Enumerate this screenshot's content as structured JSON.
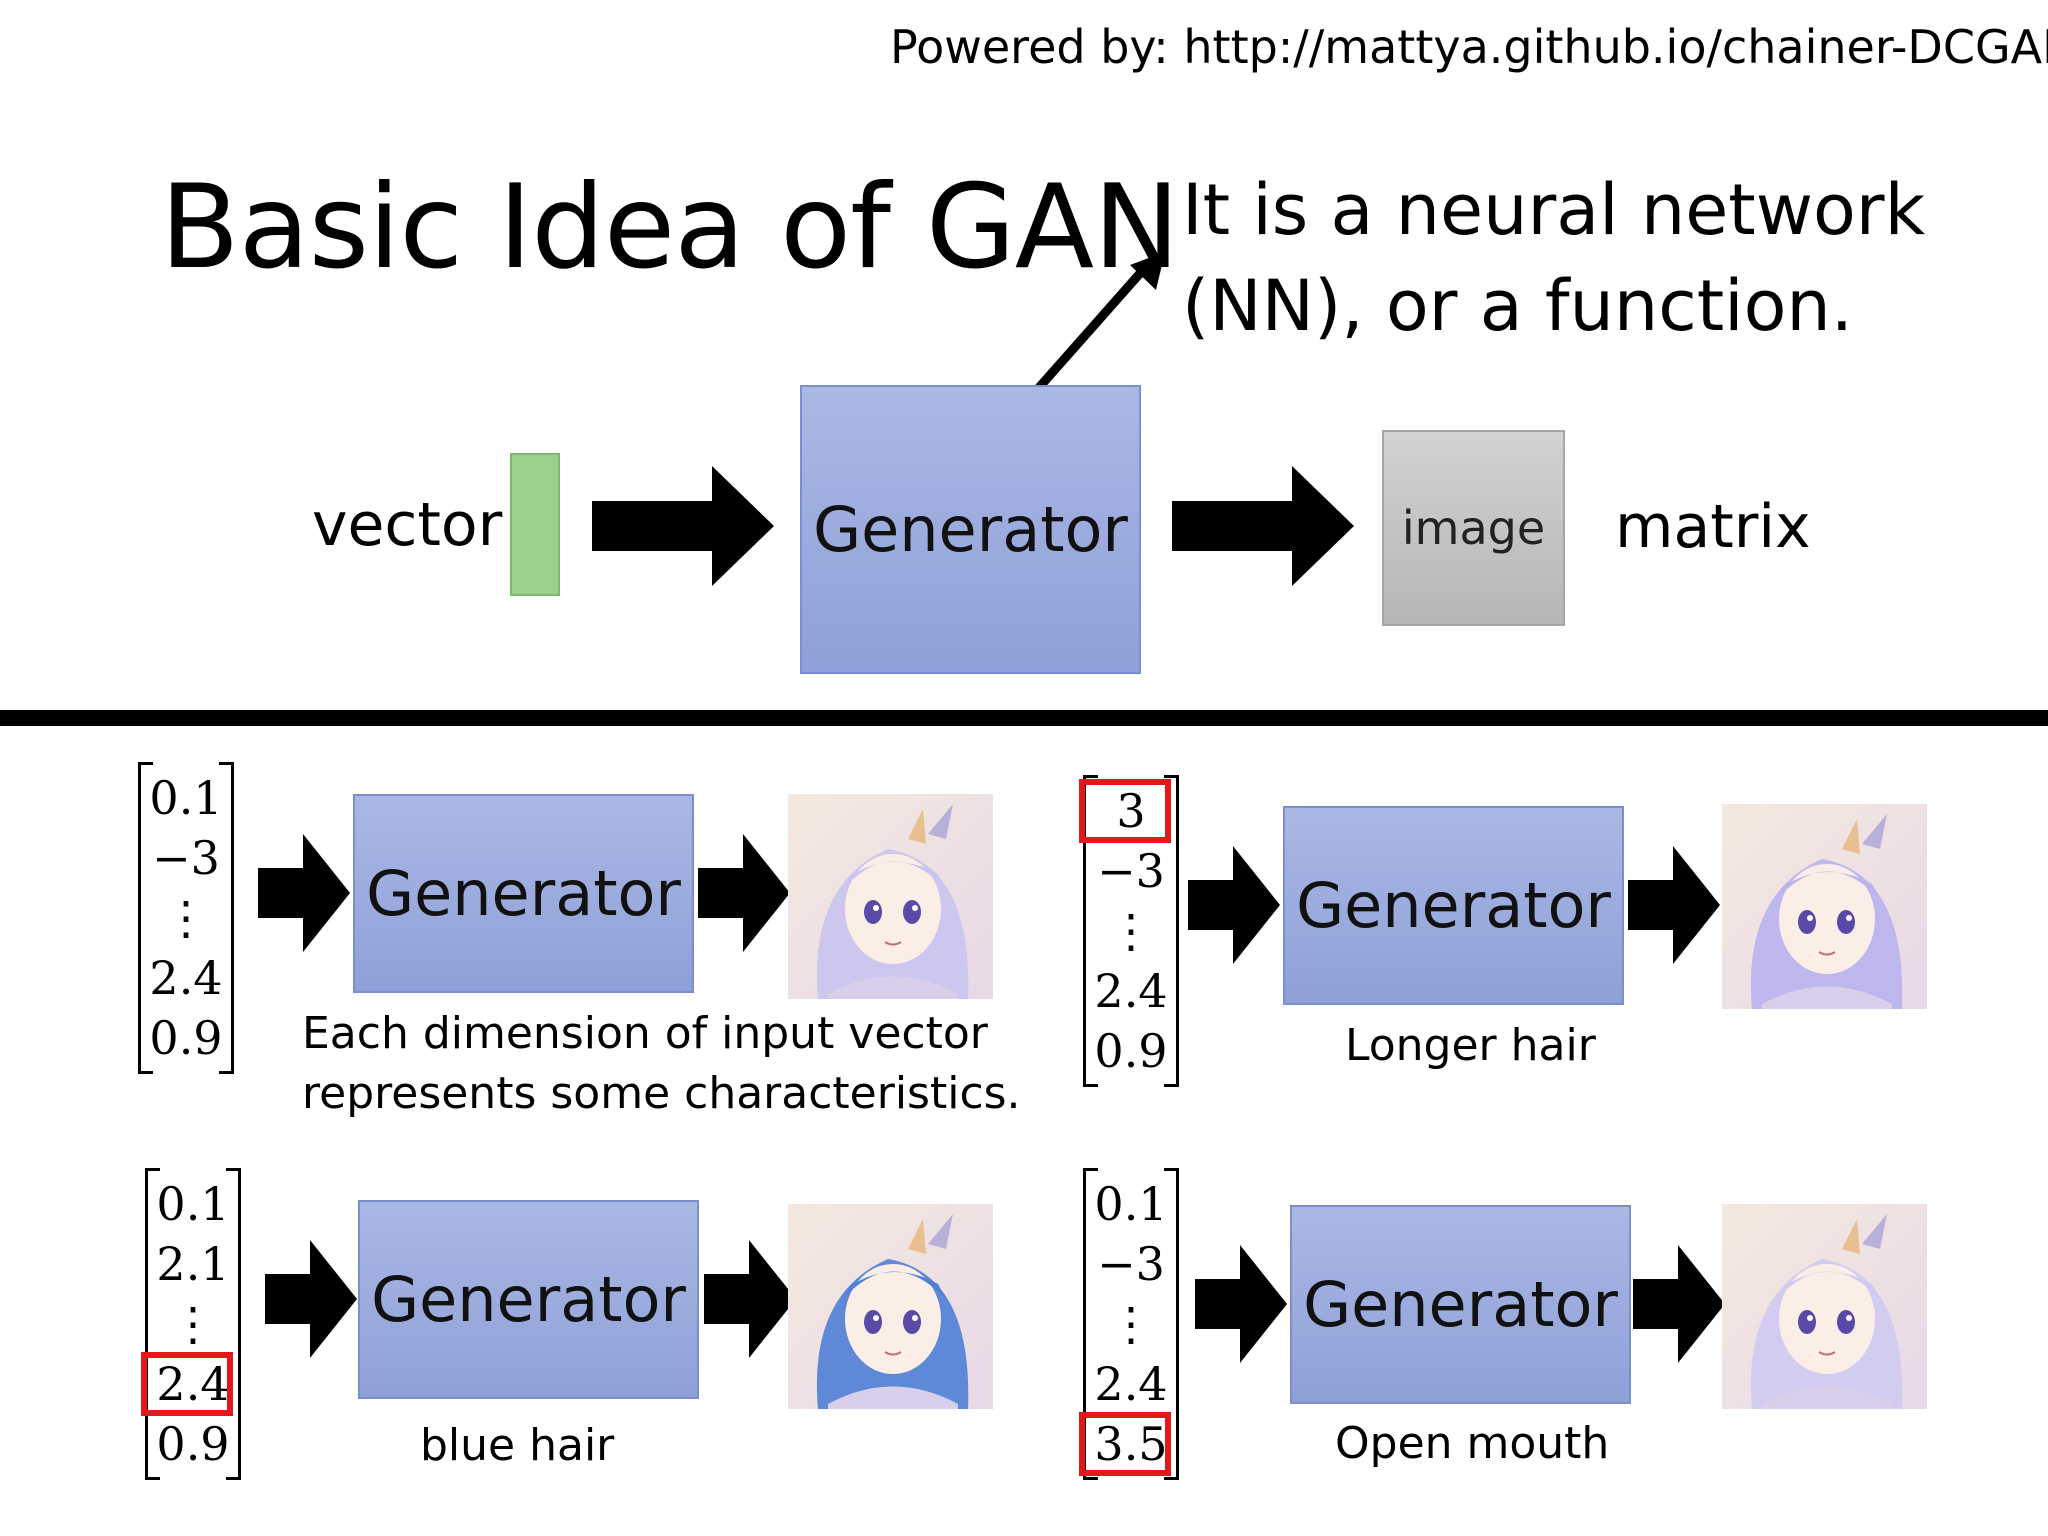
{
  "powered_by": "Powered by: http://mattya.github.io/chainer-DCGAN/",
  "title": "Basic Idea of GAN",
  "nn_note": {
    "line1": "It is a neural network",
    "line2": "(NN), or a function."
  },
  "top": {
    "vector_label": "vector",
    "generator_label": "Generator",
    "image_label": "image",
    "matrix_label": "matrix"
  },
  "panels": [
    {
      "vector": [
        "0.1",
        "−3",
        "⋮",
        "2.4",
        "0.9"
      ],
      "generator_label": "Generator",
      "caption_line1": "Each dimension of input vector",
      "caption_line2": "represents some characteristics.",
      "highlight": null,
      "hair_color": "#c9c4f0"
    },
    {
      "vector": [
        "3",
        "−3",
        "⋮",
        "2.4",
        "0.9"
      ],
      "generator_label": "Generator",
      "caption_line1": "Longer hair",
      "highlight": 0,
      "hair_color": "#b9b2ee"
    },
    {
      "vector": [
        "0.1",
        "2.1",
        "⋮",
        "2.4",
        "0.9"
      ],
      "generator_label": "Generator",
      "caption_line1": "blue hair",
      "highlight": 3,
      "hair_color": "#4f7fd6"
    },
    {
      "vector": [
        "0.1",
        "−3",
        "⋮",
        "2.4",
        "3.5"
      ],
      "generator_label": "Generator",
      "caption_line1": "Open mouth",
      "highlight": 4,
      "hair_color": "#cfcaf2"
    }
  ],
  "colors": {
    "generator_fill": "#99a9dd",
    "vector_fill": "#9bd18a",
    "image_fill": "#c4c4c4",
    "highlight": "#e3181b"
  }
}
